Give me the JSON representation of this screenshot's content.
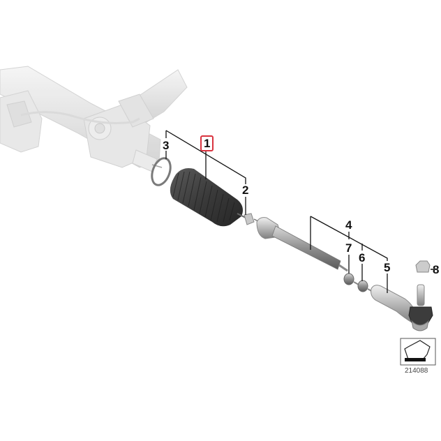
{
  "diagram": {
    "title": "Steering rack tie rod assembly exploded view",
    "reference_number": "214088",
    "highlight_color": "#d9333f",
    "callouts": [
      {
        "id": "1",
        "label": "1",
        "highlighted": true
      },
      {
        "id": "2",
        "label": "2",
        "highlighted": false
      },
      {
        "id": "3",
        "label": "3",
        "highlighted": false
      },
      {
        "id": "4",
        "label": "4",
        "highlighted": false
      },
      {
        "id": "5",
        "label": "5",
        "highlighted": false
      },
      {
        "id": "6",
        "label": "6",
        "highlighted": false
      },
      {
        "id": "7",
        "label": "7",
        "highlighted": false
      },
      {
        "id": "8",
        "label": "8",
        "highlighted": false
      }
    ],
    "parts": [
      {
        "name": "steering-rack-housing",
        "note": "ghosted context component"
      },
      {
        "name": "bellows-boot",
        "callout": "1"
      },
      {
        "name": "clamp-small",
        "callout": "2"
      },
      {
        "name": "clamp-ring",
        "callout": "3"
      },
      {
        "name": "tie-rod-assembly",
        "callout": "4"
      },
      {
        "name": "tie-rod-end",
        "callout": "5"
      },
      {
        "name": "lock-nut",
        "callout": "6"
      },
      {
        "name": "nut-7",
        "callout": "7"
      },
      {
        "name": "self-locking-nut",
        "callout": "8"
      }
    ],
    "icon": "direction-arrow-icon"
  }
}
